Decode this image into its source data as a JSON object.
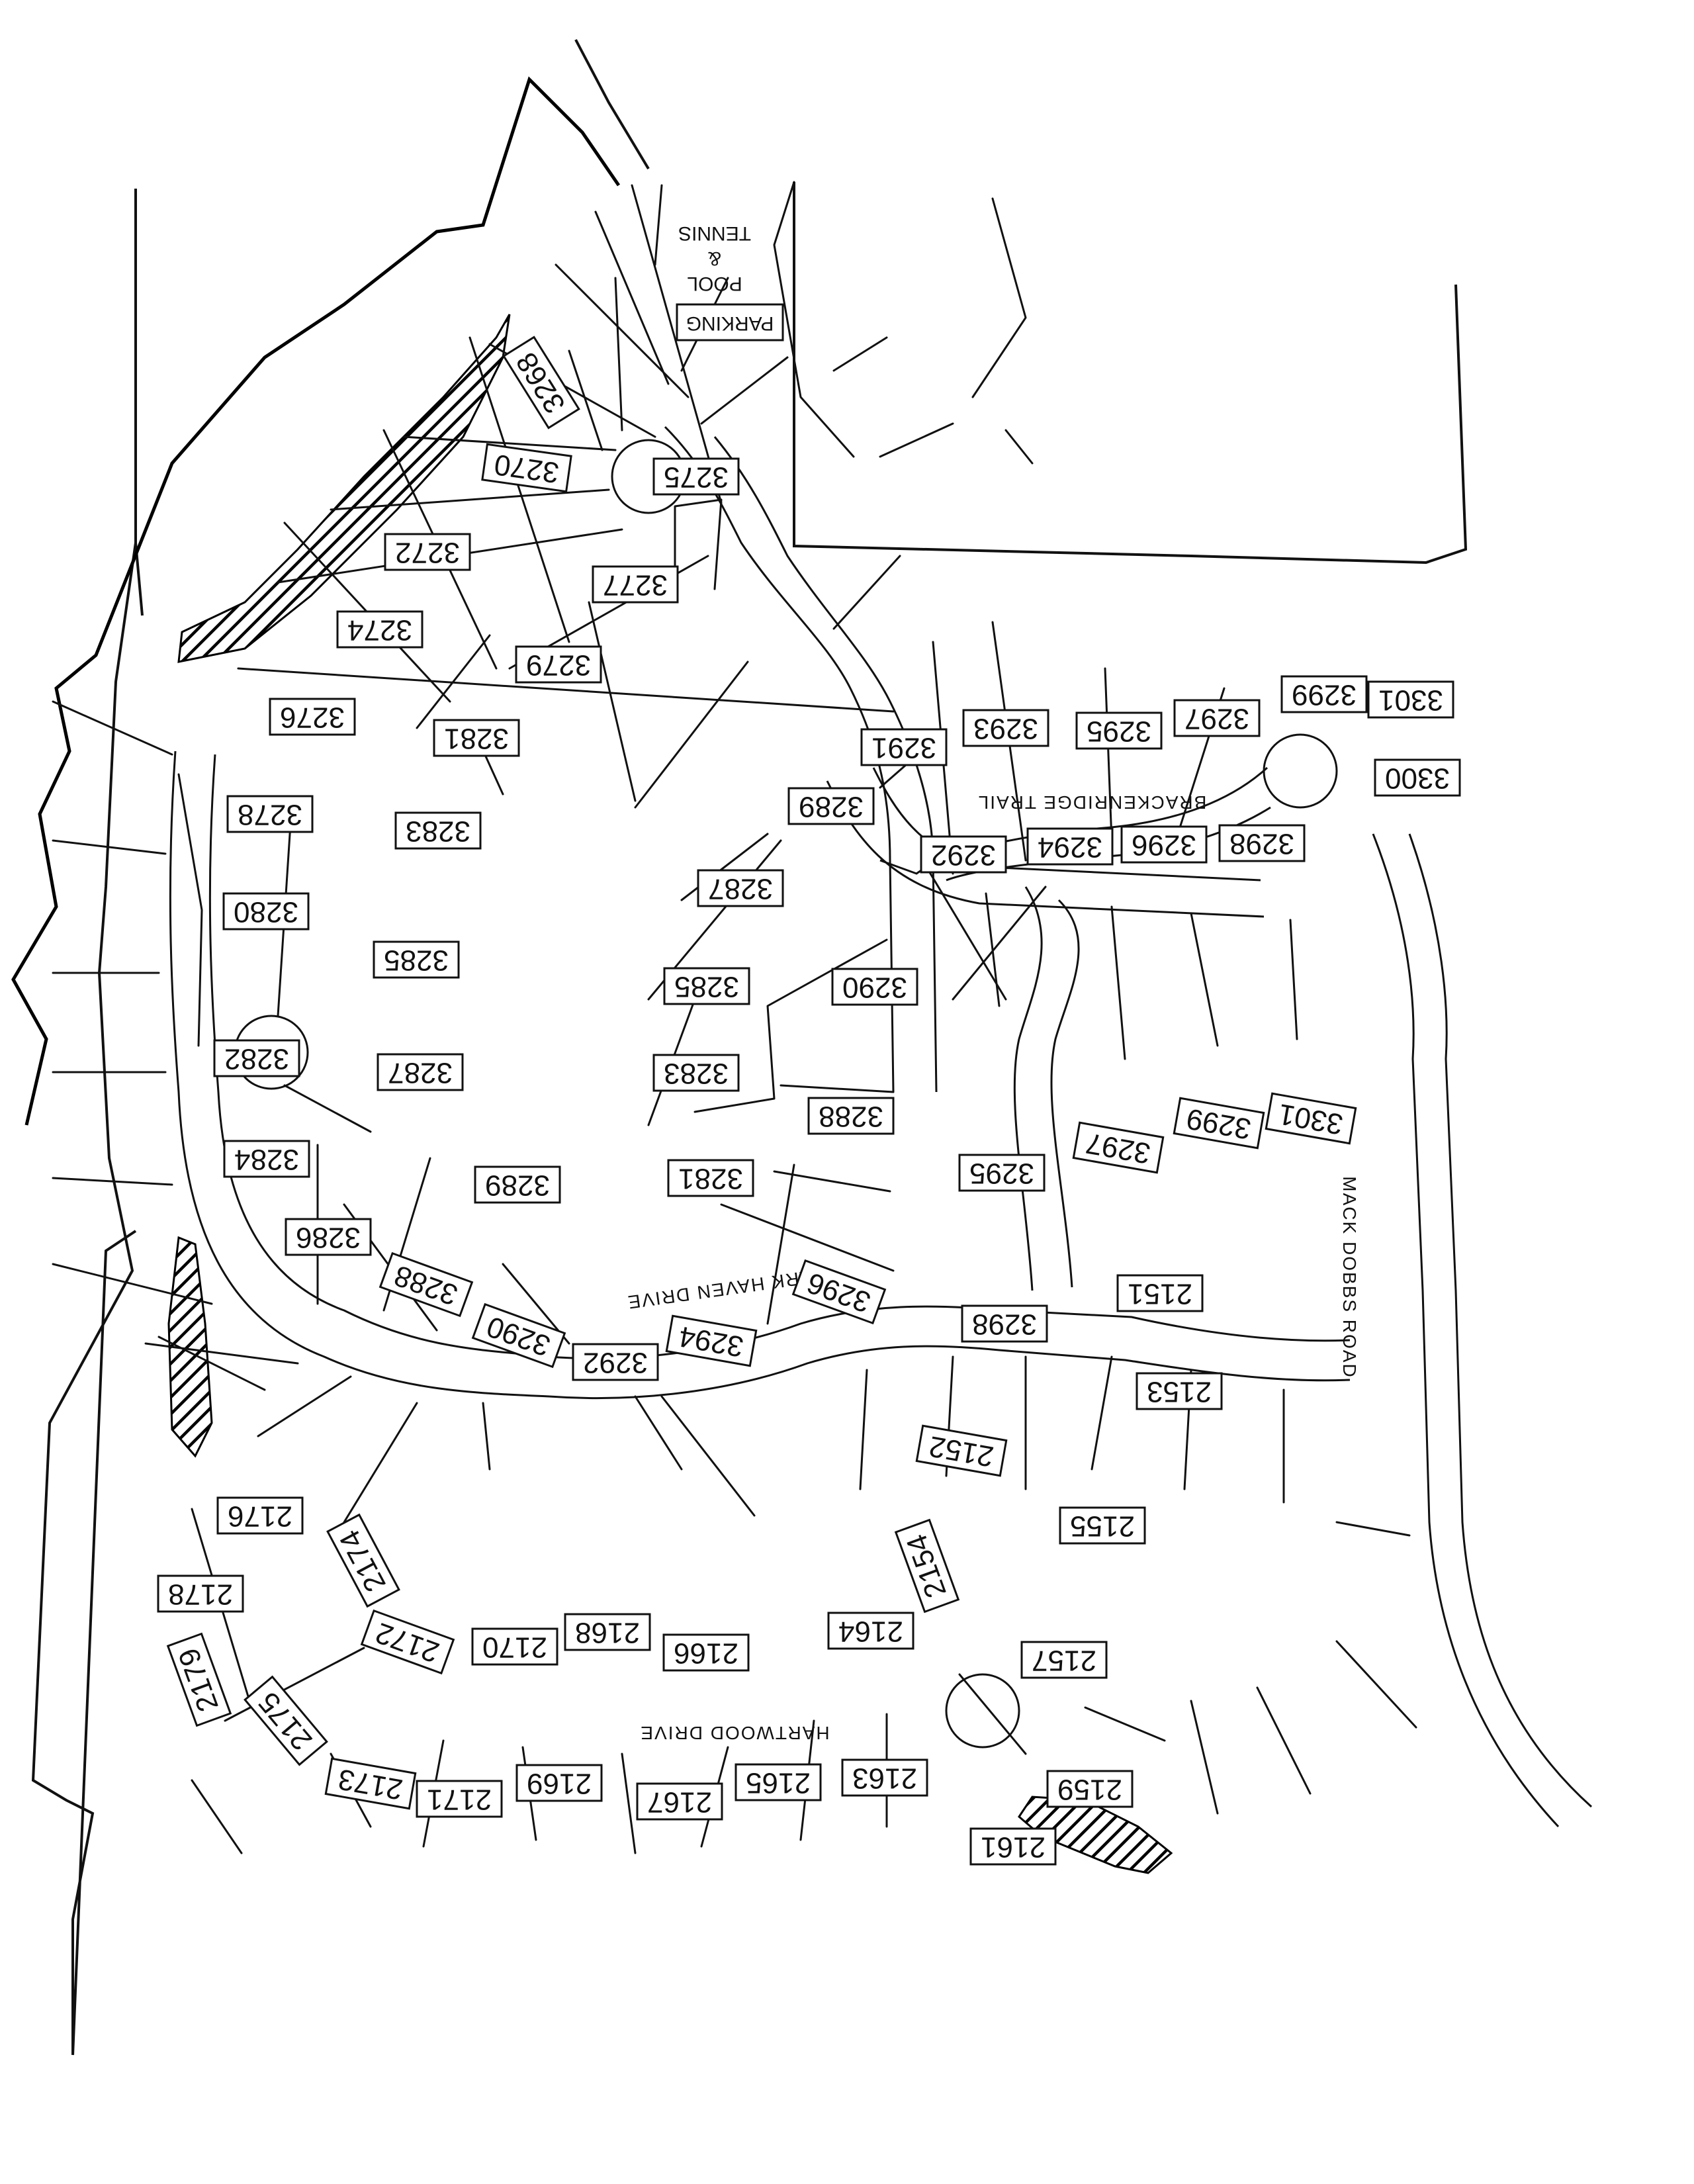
{
  "amenity": {
    "line1": "POOL",
    "line2": "&",
    "line3": "TENNIS",
    "parking": "PARKING"
  },
  "streets": {
    "brackenridge": "BRACKENRIDGE TRAIL",
    "lark_haven": "LARK HAVEN DRIVE",
    "hartwood": "HARTWOOD DRIVE",
    "mack_dobbs": "MACK DOBBS ROAD"
  },
  "lots": [
    "3268",
    "3270",
    "3272",
    "3274",
    "3276",
    "3278",
    "3280",
    "3282",
    "3284",
    "3286",
    "3275",
    "3277",
    "3279",
    "3281",
    "3283",
    "3285",
    "3287",
    "3289",
    "3291",
    "3293",
    "3295",
    "3297",
    "3299",
    "3301",
    "3300",
    "3289",
    "3287",
    "3285",
    "3283",
    "3281",
    "3292",
    "3294",
    "3296",
    "3298",
    "3290",
    "3288",
    "3295",
    "3297",
    "3299",
    "3301",
    "3288",
    "3290",
    "3292",
    "3294",
    "3296",
    "3298",
    "2151",
    "2153",
    "2152",
    "2155",
    "2154",
    "2157",
    "2159",
    "2161",
    "2176",
    "2178",
    "2174",
    "2179",
    "2175",
    "2173",
    "2172",
    "2170",
    "2168",
    "2166",
    "2164",
    "2171",
    "2169",
    "2167",
    "2165",
    "2163"
  ]
}
